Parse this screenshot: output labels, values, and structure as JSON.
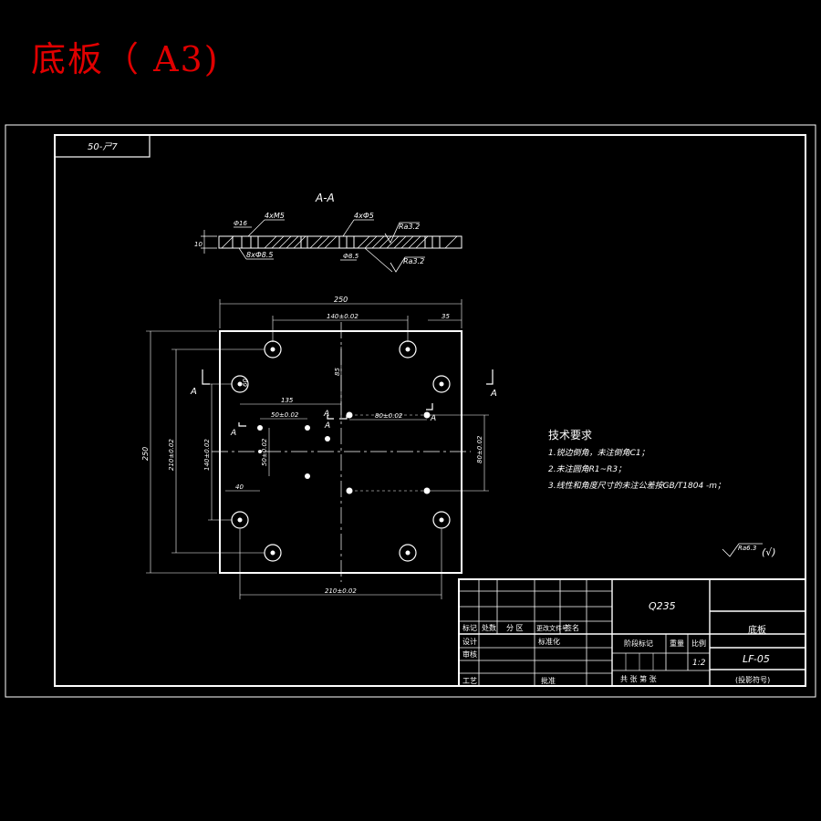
{
  "page_title": "底板（ A3)",
  "corner_tag": "50-ㄕ7",
  "section": {
    "title": "A-A",
    "callout_a": "4xM5",
    "callout_b": "4xФ5",
    "callout_c": "8xФ8.5",
    "callout_d": "Ф16",
    "callout_e": "Ф8.5",
    "thickness": "10",
    "roughness_a": "Ra3.2",
    "roughness_b": "Ra3.2"
  },
  "plan": {
    "dim_width": "250",
    "dim_top_140": "140±0.02",
    "dim_35": "35",
    "dim_height": "250",
    "dim_left_210": "210±0.02",
    "dim_left_140": "140±0.02",
    "dim_bottom_210": "210±0.02",
    "dim_135": "135",
    "dim_50h": "50±0.02",
    "dim_80h": "80±0.02",
    "dim_50v": "50±0.02",
    "dim_80v": "80±0.02",
    "dim_40": "40",
    "dim_85": "85",
    "dim_60": "60",
    "section_mark": "A"
  },
  "tech": {
    "title": "技术要求",
    "items": [
      "1.锐边倒角，未注倒角C1；",
      "2.未注圆角R1~R3；",
      "3.线性和角度尺寸的未注公差按GB/T1804 -m；"
    ],
    "roughness": "Ra6.3",
    "roughness_suffix": "(√)"
  },
  "title_block": {
    "material": "Q235",
    "part_name": "底板",
    "drawing_no": "LF-05",
    "code_label": "(投影符号)",
    "scale_value": "1:2",
    "labels": {
      "mark": "标记",
      "count": "处数",
      "zone": "分 区",
      "change_doc": "更改文件号",
      "sign": "签名",
      "design": "设计",
      "standardize": "标准化",
      "check": "审核",
      "process": "工艺",
      "approve": "批准",
      "stage_mark": "阶段标记",
      "weight": "重量",
      "scale": "比例",
      "sheets": "共  张  第  张"
    }
  }
}
